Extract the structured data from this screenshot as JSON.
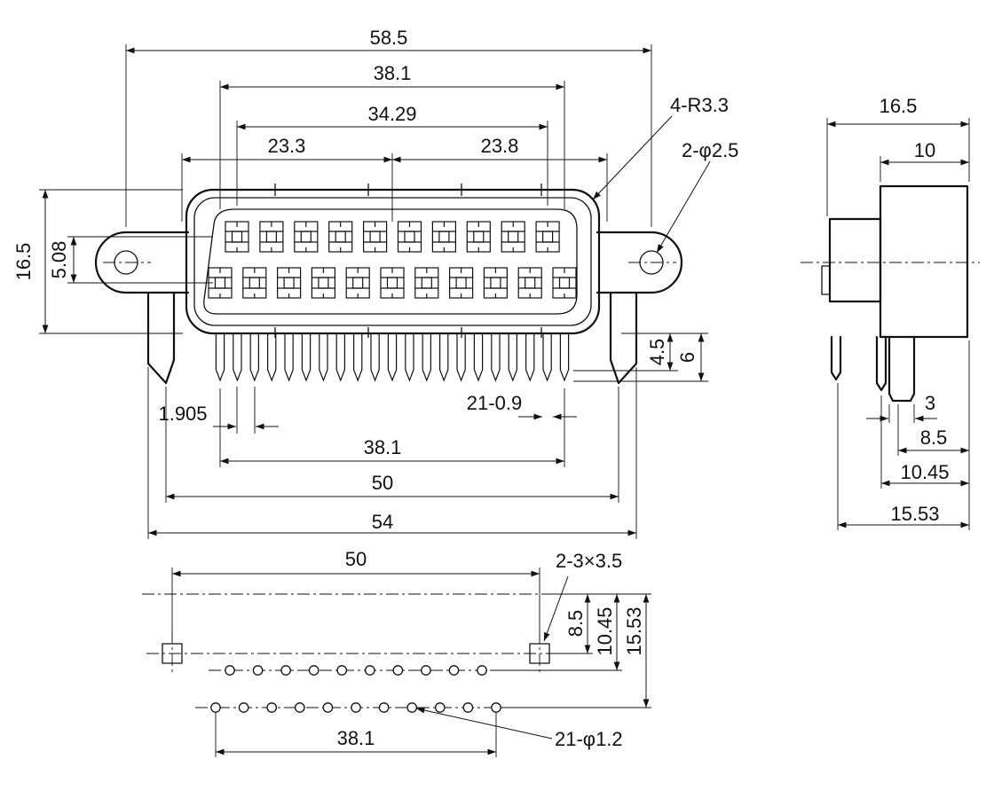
{
  "front": {
    "d58_5": "58.5",
    "d38_1_top": "38.1",
    "d34_29": "34.29",
    "d23_3": "23.3",
    "d23_8": "23.8",
    "note_radius": "4-R3.3",
    "note_holes": "2-φ2.5",
    "d16_5": "16.5",
    "d5_08": "5.08",
    "d4_5": "4.5",
    "d6": "6",
    "d1_905": "1.905",
    "note_pin_width": "21-0.9",
    "d38_1_bottom": "38.1",
    "d50": "50",
    "d54": "54"
  },
  "side": {
    "d16_5": "16.5",
    "d10": "10",
    "d3": "3",
    "d8_5": "8.5",
    "d10_45": "10.45",
    "d15_53": "15.53"
  },
  "footprint": {
    "d50": "50",
    "note_slots": "2-3×3.5",
    "d8_5": "8.5",
    "d10_45": "10.45",
    "d15_53": "15.53",
    "d38_1": "38.1",
    "note_holes": "21-φ1.2"
  }
}
